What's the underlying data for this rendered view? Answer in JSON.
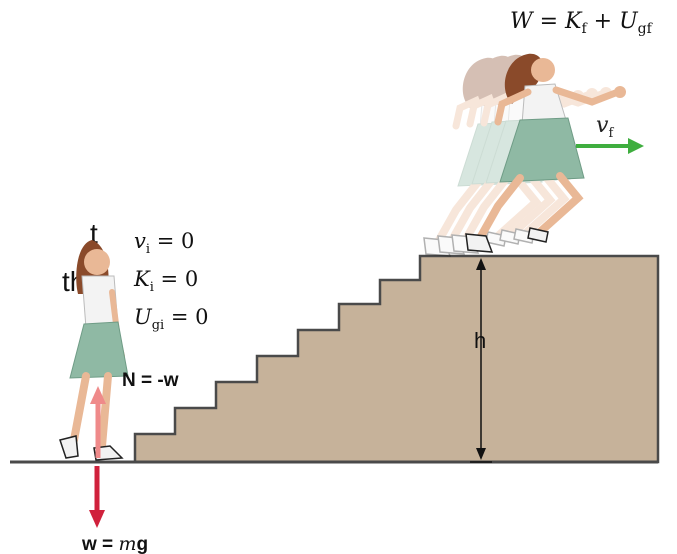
{
  "left_clipped_text": {
    "line1": "t",
    "line2": "the"
  },
  "labels": {
    "final_energy_equation": "W = K",
    "final_energy_sub_f": "f",
    "final_energy_plus": " + U",
    "final_energy_sub_gf": "gf",
    "final_velocity": "v",
    "final_velocity_sub": "f",
    "initial_velocity": "v",
    "initial_velocity_sub": "i",
    "initial_velocity_rhs": " = 0",
    "initial_kinetic": "K",
    "initial_kinetic_sub": "i",
    "initial_kinetic_rhs": " = 0",
    "initial_potential": "U",
    "initial_potential_sub": "gi",
    "initial_potential_rhs": " = 0",
    "normal_force": "N = -w",
    "height": "h",
    "weight_lhs": "w = ",
    "weight_m": "m",
    "weight_g": "g"
  },
  "colors": {
    "stairs_fill": "#c6b29a",
    "outline": "#4a4a4a",
    "normal_arrow": "#ef8a8a",
    "weight_arrow": "#d0213c",
    "velocity_arrow": "#3fae3f",
    "skirt": "#8fb9a4",
    "hair": "#8a4a2a",
    "skin": "#e9b896"
  }
}
